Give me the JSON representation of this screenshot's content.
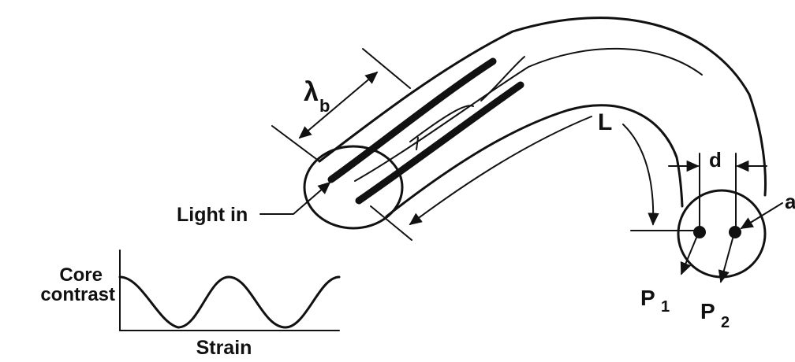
{
  "labels": {
    "lambda_b": "λ",
    "lambda_sub": "b",
    "L": "L",
    "d": "d",
    "a": "a",
    "light_in": "Light in",
    "P1": "P",
    "P1_sub": "1",
    "P2": "P",
    "P2_sub": "2",
    "core_contrast_line1": "Core",
    "core_contrast_line2": "contrast",
    "strain": "Strain"
  },
  "colors": {
    "ink": "#111111",
    "background": "#ffffff"
  }
}
